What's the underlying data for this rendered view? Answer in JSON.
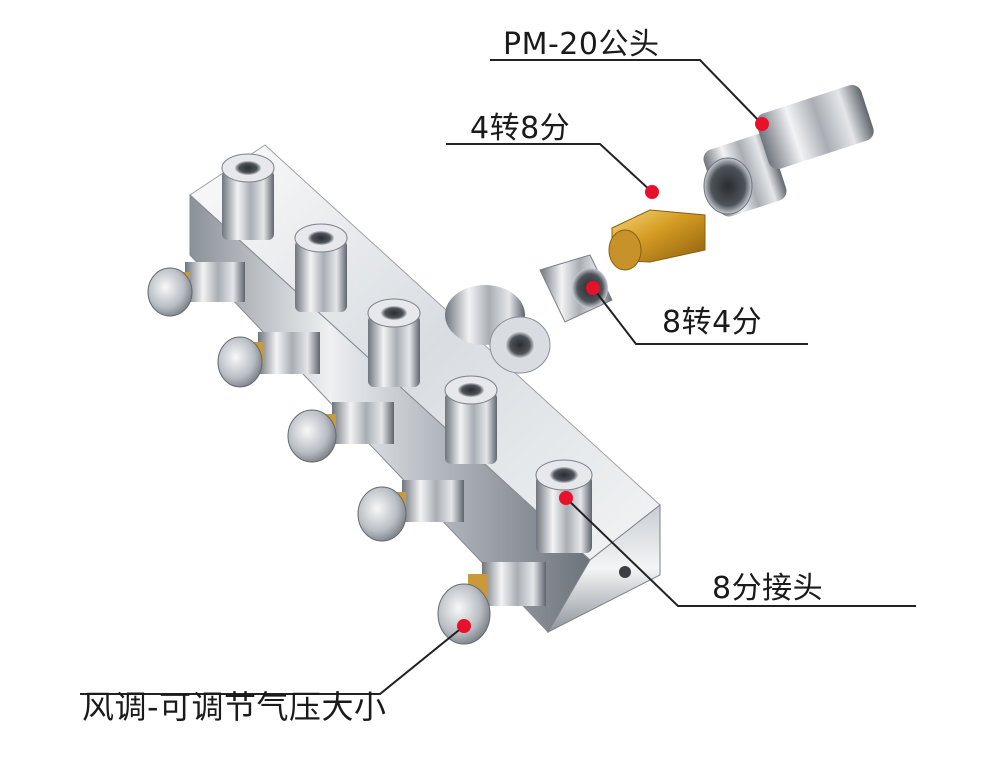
{
  "labels": {
    "pm20": "PM-20公头",
    "adapter_4_to_8": "4转8分",
    "adapter_8_to_4": "8转4分",
    "fitting_8fen": "8分接头",
    "valve": "风调-可调节气压大小"
  },
  "colors": {
    "marker": "#e8102a",
    "leader_line": "#222222",
    "chrome_light": "#e9ecef",
    "chrome_dark": "#7d848c",
    "brass": "#d4a12a"
  }
}
